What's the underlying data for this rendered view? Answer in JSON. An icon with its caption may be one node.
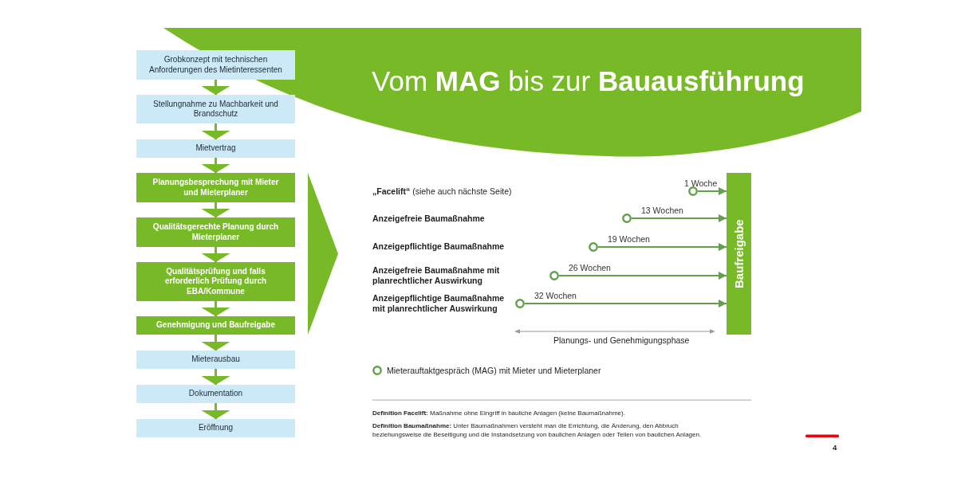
{
  "diagram": {
    "title": "Vom **MAG** bis zur **Bauausführung**",
    "nodes": [
      {
        "text": [
          "Grobkonzept mit technischen Anforderungen des Mietinteressenten"
        ]
      },
      {
        "text": [
          "Stellungnahme zu Machbarkeit und Brandschutz"
        ]
      },
      {
        "text": [
          "Mietvertrag"
        ]
      },
      {
        "text": [
          "Planungsbesprechung mit Mieter und Mieterplaner"
        ]
      },
      {
        "text": [
          "Qualitätsgerechte Planung durch Mieterplaner"
        ]
      },
      {
        "text": [
          "Qualitätsprüfung und falls erforderlich Prüfung durch EBA/Kommune"
        ]
      },
      {
        "text": [
          "Genehmigung und Baufreigabe"
        ]
      },
      {
        "text": [
          "Mieterausbau"
        ]
      },
      {
        "text": [
          "Dokumentation"
        ]
      },
      {
        "text": [
          "Eröffnung"
        ]
      },
      {
        "text": [],
        "shape": "triangle"
      },
      {
        "text": [],
        "shape": "circle"
      },
      {
        "text": [],
        "shape": "circle"
      },
      {
        "text": [],
        "shape": "circle"
      },
      {
        "text": [],
        "shape": "circle"
      },
      {
        "text": [],
        "shape": "circle"
      },
      {
        "text": [
          "Baufreigabe"
        ]
      }
    ],
    "edges": [
      {
        "from": 0,
        "to": 1,
        "arrow": "to"
      },
      {
        "from": 1,
        "to": 2,
        "arrow": "to"
      },
      {
        "from": 2,
        "to": 3,
        "arrow": "to"
      },
      {
        "from": 3,
        "to": 4,
        "arrow": "to"
      },
      {
        "from": 4,
        "to": 5,
        "arrow": "to"
      },
      {
        "from": 5,
        "to": 6,
        "arrow": "to"
      },
      {
        "from": 6,
        "to": 7,
        "arrow": "to"
      },
      {
        "from": 7,
        "to": 8,
        "arrow": "to"
      },
      {
        "from": 8,
        "to": 9,
        "arrow": "to"
      },
      {
        "from": 11,
        "to": 16,
        "arrow": "to",
        "label": "1 Woche",
        "color": "#62a04a"
      },
      {
        "from": 12,
        "to": 16,
        "arrow": "to",
        "label": "13 Wochen",
        "color": "#62a04a"
      },
      {
        "from": 13,
        "to": 16,
        "arrow": "to",
        "label": "19 Wochen",
        "color": "#62a04a"
      },
      {
        "from": 14,
        "to": 16,
        "arrow": "to",
        "label": "26 Wochen",
        "color": "#62a04a"
      },
      {
        "from": 15,
        "to": 16,
        "arrow": "to",
        "label": "32 Wochen",
        "color": "#62a04a"
      }
    ],
    "labels": [
      "**„Facelift“** (siehe auch nächste Seite)",
      "Anzeigefreie Baumaßnahme",
      "Anzeigepflichtige Baumaßnahme",
      "Anzeigefreie Baumaßnahme mit planrechtlicher Auswirkung",
      "Anzeigepflichtige Baumaßnahme mit planrechtlicher Auswirkung",
      "Planungs- und Genehmigungsphase",
      "**Definition Facelift:** Maßnahme ohne Eingriff in bauliche Anlagen (keine Baumaßnahme).",
      "**Definition Baumaßnahme:** Unter Baumaßnahmen versteht man die Errichtung, die Änderung, den Abbruch beziehungsweise die Beseitigung und die Instandsetzung von baulichen Anlagen oder Teilen von baulichen Anlagen.",
      "4"
    ],
    "legend": [
      {
        "text": "Mieterauftaktgespräch (MAG) mit Mieter und Mieterplaner"
      }
    ]
  }
}
